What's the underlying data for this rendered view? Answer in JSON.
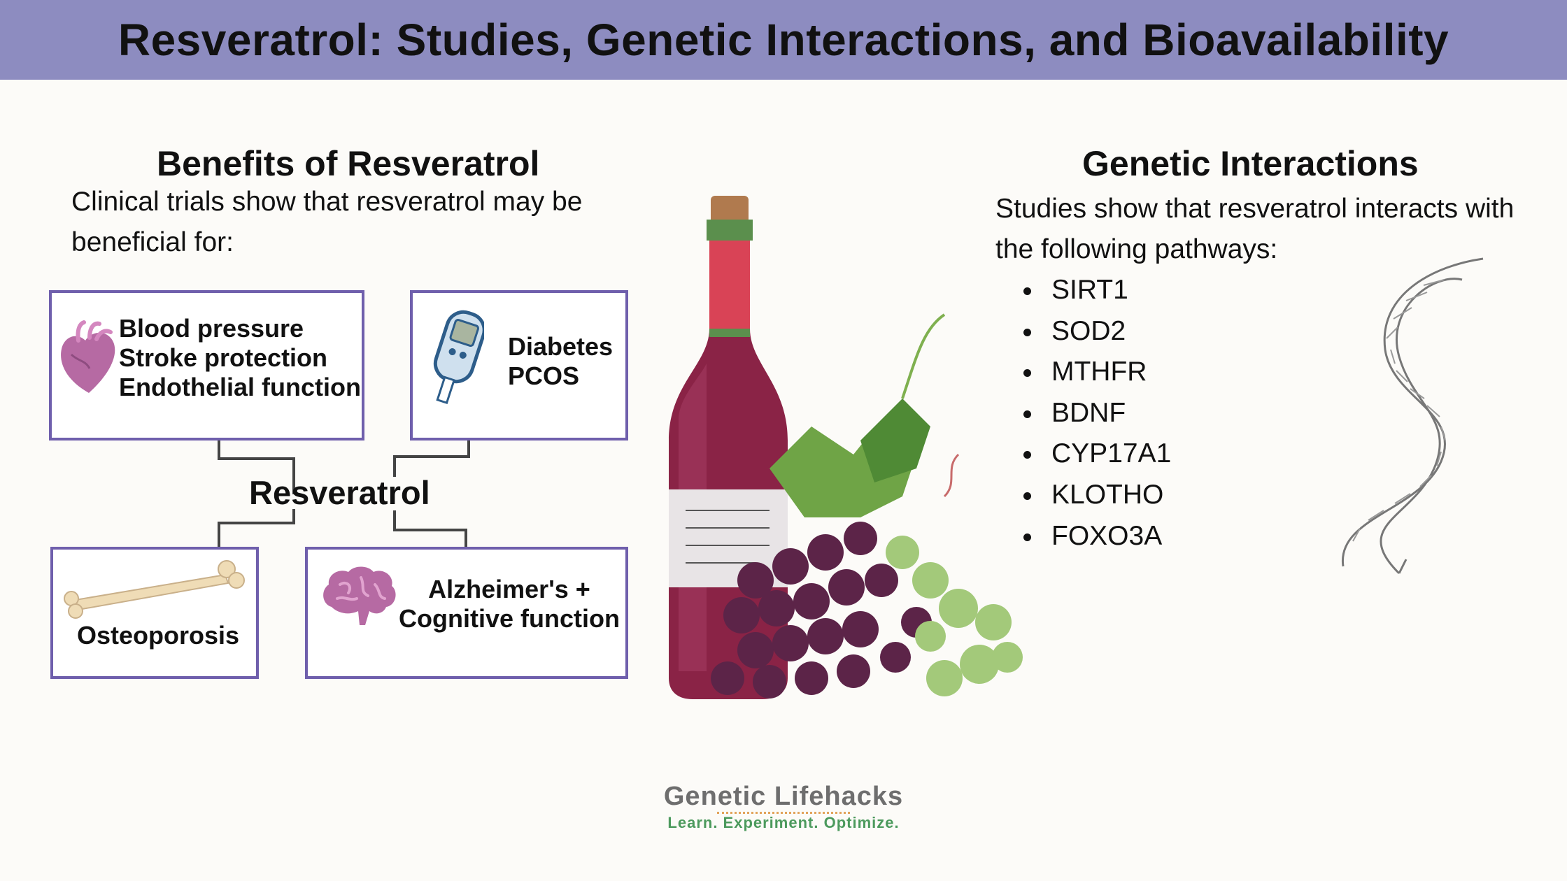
{
  "header": {
    "title": "Resveratrol: Studies, Genetic Interactions, and Bioavailability"
  },
  "benefits": {
    "title": "Benefits of Resveratrol",
    "intro_line1": "Clinical trials show that resveratrol may be",
    "intro_line2": "beneficial for:",
    "center": "Resveratrol",
    "boxes": {
      "heart": {
        "icon": "heart-icon",
        "lines": [
          "Blood pressure",
          "Stroke protection",
          "Endothelial function"
        ]
      },
      "diabetes": {
        "icon": "glucose-meter-icon",
        "lines": [
          "Diabetes",
          "PCOS"
        ]
      },
      "bone": {
        "icon": "bone-icon",
        "lines": [
          "Osteoporosis"
        ]
      },
      "brain": {
        "icon": "brain-icon",
        "lines": [
          "Alzheimer's +",
          "Cognitive function"
        ]
      }
    }
  },
  "genetic": {
    "title": "Genetic Interactions",
    "intro_line1": "Studies show that resveratrol interacts with",
    "intro_line2": "the following pathways:",
    "pathways": [
      "SIRT1",
      "SOD2",
      "MTHFR",
      "BDNF",
      "CYP17A1",
      "KLOTHO",
      "FOXO3A"
    ]
  },
  "logo": {
    "name": "Genetic Lifehacks",
    "tagline": "Learn. Experiment. Optimize."
  },
  "colors": {
    "header_bg": "#8d8cc0",
    "box_border": "#6f5fac",
    "tagline": "#4c9a5d"
  }
}
